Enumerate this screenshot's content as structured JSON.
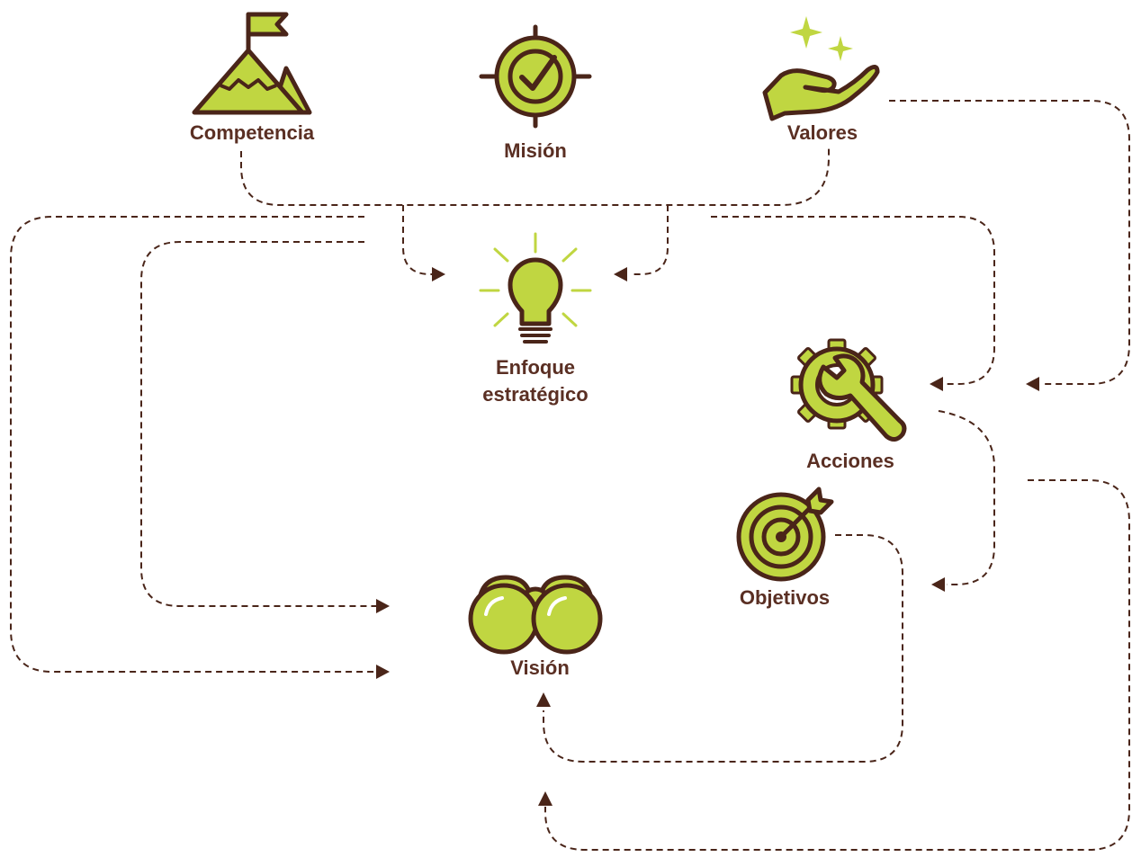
{
  "colors": {
    "green": "#c0d641",
    "brown": "#4a2519",
    "label": "#5a2f23"
  },
  "nodes": {
    "competencia": {
      "label": "Competencia",
      "icon": "mountain-flag-icon"
    },
    "mision": {
      "label": "Misión",
      "icon": "target-check-icon"
    },
    "valores": {
      "label": "Valores",
      "icon": "hand-sparkles-icon"
    },
    "enfoque": {
      "label_line1": "Enfoque",
      "label_line2": "estratégico",
      "icon": "lightbulb-icon"
    },
    "acciones": {
      "label": "Acciones",
      "icon": "gear-wrench-icon"
    },
    "objetivos": {
      "label": "Objetivos",
      "icon": "bullseye-arrow-icon"
    },
    "vision": {
      "label": "Visión",
      "icon": "binoculars-icon"
    }
  }
}
